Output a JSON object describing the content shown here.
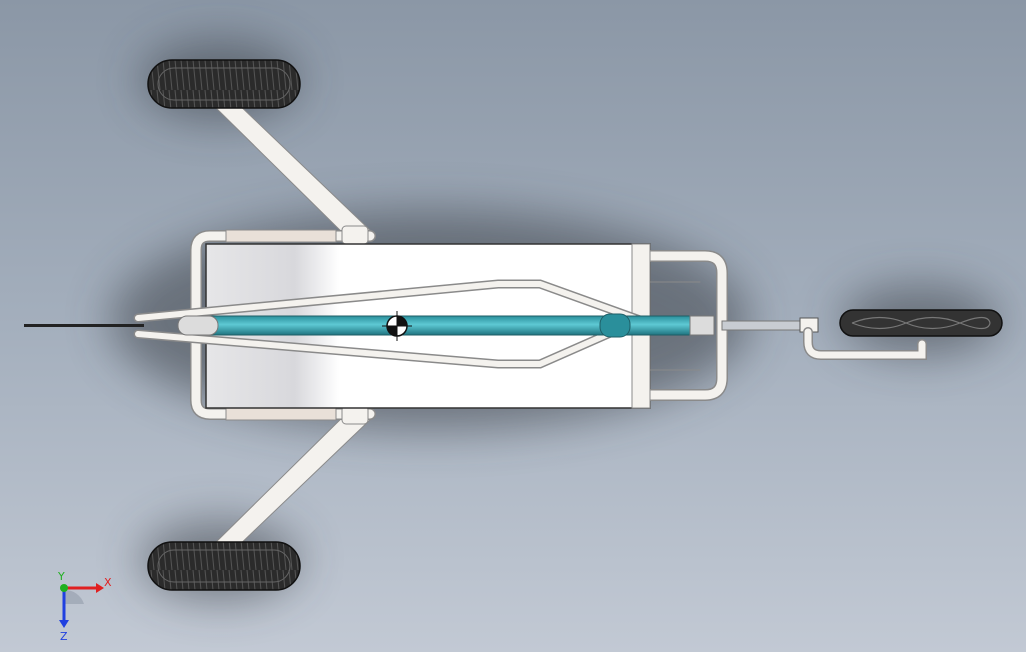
{
  "triad": {
    "x_label": "X",
    "y_label": "Y",
    "z_label": "Z",
    "x_color": "#e02020",
    "y_color": "#20b020",
    "z_color": "#2040e0"
  },
  "colors": {
    "tube": "#f4f2ee",
    "tube_edge": "#8a8a8a",
    "tray": "#ffffff",
    "shaft": "#3fb2bf",
    "tire": "#2a2a2a",
    "shadow": "#3b3f47"
  },
  "icons": {
    "center_of_mass": "center-of-mass-icon",
    "coordinate_triad": "axis-triad-icon"
  }
}
